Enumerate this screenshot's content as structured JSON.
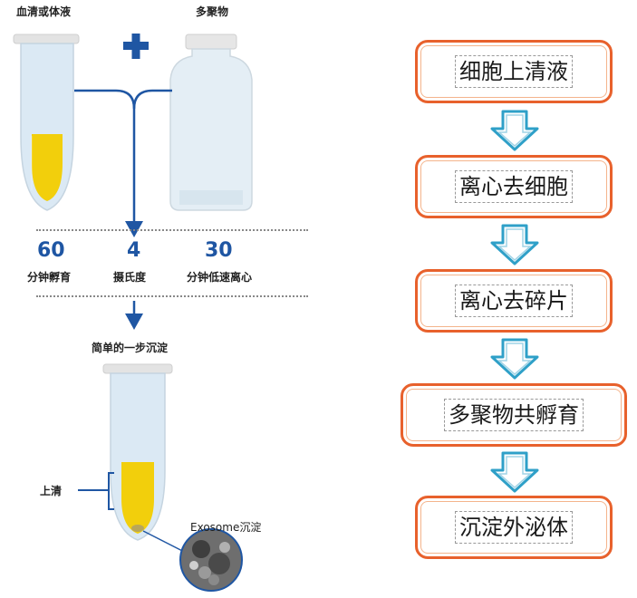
{
  "left": {
    "label_serum": "血清或体液",
    "label_polymer": "多聚物",
    "steps": [
      {
        "value": "60",
        "label": "分钟孵育"
      },
      {
        "value": "4",
        "label": "摄氏度"
      },
      {
        "value": "30",
        "label": "分钟低速离心"
      }
    ],
    "label_precip": "简单的一步沉淀",
    "label_supernatant": "上清",
    "label_exosome": "Exosome沉淀"
  },
  "flow": {
    "steps": [
      "细胞上清液",
      "离心去细胞",
      "离心去碎片",
      "多聚物共孵育",
      "沉淀外泌体"
    ]
  },
  "colors": {
    "blue": "#1f56a3",
    "yellow": "#f2cf0c",
    "orange": "#e8612c",
    "teal_arrow": "#2fa0c8"
  }
}
